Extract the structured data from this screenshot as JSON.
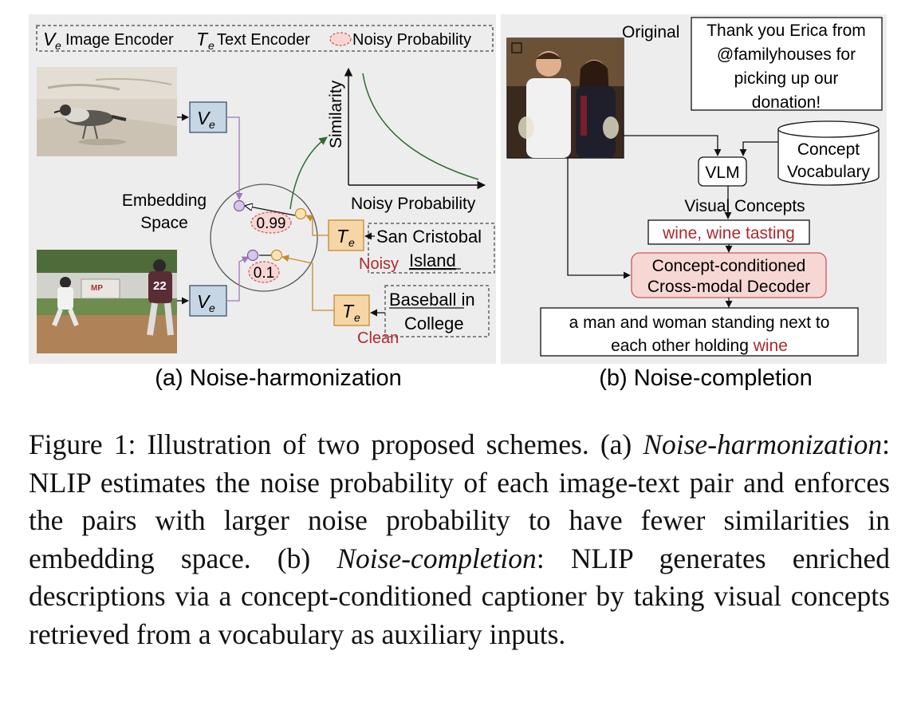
{
  "panel_a": {
    "legend": {
      "image_encoder_symbol": "V",
      "image_encoder_subscript": "e",
      "image_encoder_label": "Image Encoder",
      "text_encoder_symbol": "T",
      "text_encoder_subscript": "e",
      "text_encoder_label": "Text Encoder",
      "noisy_prob_label": "Noisy Probability"
    },
    "embedding_label_line1": "Embedding",
    "embedding_label_line2": "Space",
    "plot": {
      "ylabel": "Similarity",
      "xlabel": "Noisy Probability"
    },
    "score_noisy": "0.99",
    "score_clean": "0.1",
    "text_noisy_line1": "San Cristobal",
    "text_noisy_line2": "Island",
    "noisy_tag": "Noisy",
    "text_clean_word1": "Baseball",
    "text_clean_word2": " in",
    "text_clean_line2": "College",
    "clean_tag": "Clean",
    "jersey_number": "22",
    "sign_text": "MP",
    "subtitle": "(a) Noise-harmonization"
  },
  "panel_b": {
    "original_label": "Original",
    "original_caption_lines": [
      "Thank you Erica from",
      "@familyhouses for",
      "picking up our",
      "donation!"
    ],
    "vlm_label": "VLM",
    "vocab_line1": "Concept",
    "vocab_line2": "Vocabulary",
    "visual_concepts_label": "Visual Concepts",
    "concepts_text": "wine, wine tasting",
    "decoder_line1": "Concept-conditioned",
    "decoder_line2": "Cross-modal Decoder",
    "output_line1": "a man and woman standing next to",
    "output_line2_prefix": "each other holding ",
    "output_line2_highlight": "wine",
    "subtitle": "(b) Noise-completion"
  },
  "caption": {
    "lead": "Figure 1: Illustration of two proposed schemes. (a) ",
    "term_a": "Noise-harmonization",
    "body_a": ": NLIP estimates the noise probability of each image-text pair and enforces the pairs with larger noise probability to have fewer similarities in embedding space. (b) ",
    "term_b": "Noise-completion",
    "body_b": ": NLIP generates enriched descriptions via a concept-conditioned captioner by taking visual concepts retrieved from a vocabulary as auxiliary inputs."
  },
  "colors": {
    "noisy_red": "#b0282c",
    "green_arrow": "#2e6b2e",
    "orange_box": "#f6d6a6",
    "orange_border": "#c98a2e",
    "blue_box": "#c7d6e4",
    "purple": "#9b79b8",
    "pink_fill": "#f7d7d4",
    "panel_bg": "#ededed"
  }
}
